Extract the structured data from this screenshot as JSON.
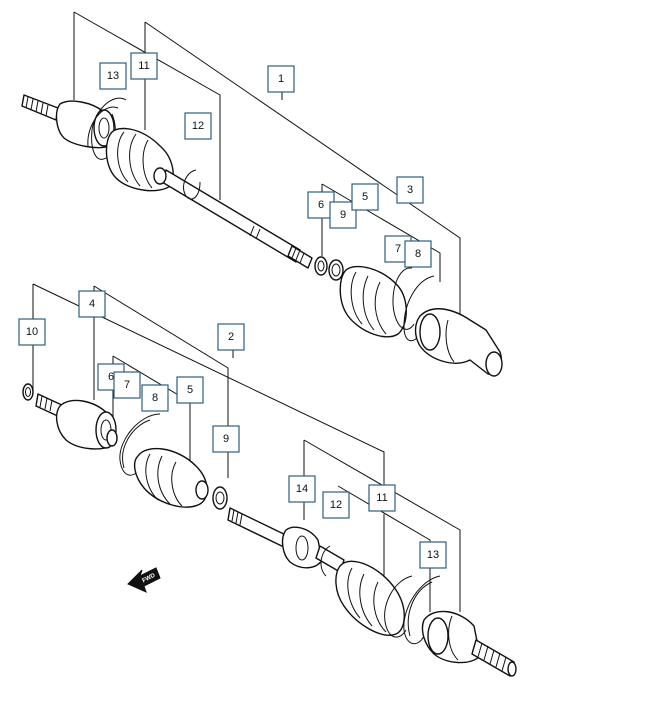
{
  "callouts": [
    {
      "id": "c13a",
      "label": "13"
    },
    {
      "id": "c11a",
      "label": "11"
    },
    {
      "id": "c1",
      "label": "1"
    },
    {
      "id": "c12a",
      "label": "12"
    },
    {
      "id": "c3",
      "label": "3"
    },
    {
      "id": "c6a",
      "label": "6"
    },
    {
      "id": "c9a",
      "label": "9"
    },
    {
      "id": "c5a",
      "label": "5"
    },
    {
      "id": "c7a",
      "label": "7"
    },
    {
      "id": "c8a",
      "label": "8"
    },
    {
      "id": "c10",
      "label": "10"
    },
    {
      "id": "c4",
      "label": "4"
    },
    {
      "id": "c2",
      "label": "2"
    },
    {
      "id": "c6b",
      "label": "6"
    },
    {
      "id": "c7b",
      "label": "7"
    },
    {
      "id": "c8b",
      "label": "8"
    },
    {
      "id": "c5b",
      "label": "5"
    },
    {
      "id": "c9b",
      "label": "9"
    },
    {
      "id": "c14",
      "label": "14"
    },
    {
      "id": "c12b",
      "label": "12"
    },
    {
      "id": "c11b",
      "label": "11"
    },
    {
      "id": "c13b",
      "label": "13"
    }
  ],
  "fwd_label": "FWD",
  "colors": {
    "line": "#111111",
    "box": "#2f5f7f",
    "background": "#ffffff"
  }
}
